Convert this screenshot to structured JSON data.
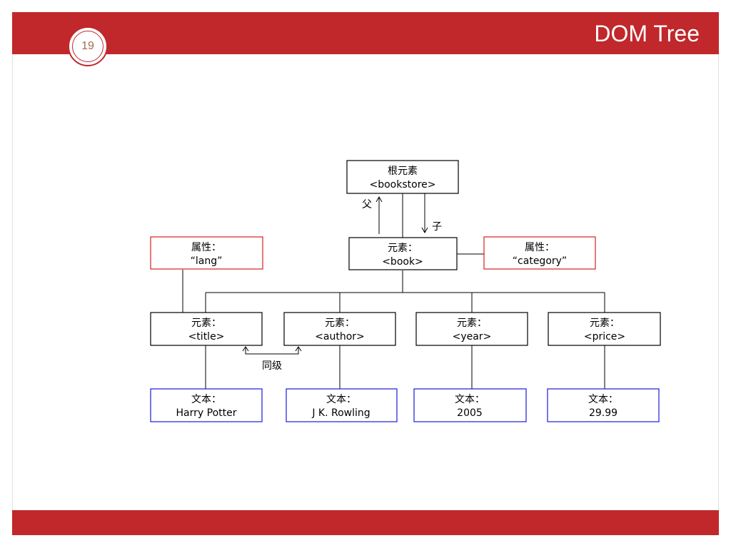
{
  "slide": {
    "number": "19",
    "title": "DOM Tree"
  },
  "diagram": {
    "root": {
      "line1": "根元素",
      "line2": "<bookstore>"
    },
    "parent_label": "父",
    "child_label": "子",
    "sibling_label": "同级",
    "book": {
      "line1": "元素：",
      "line2": "<book>"
    },
    "attr_lang": {
      "line1": "属性：",
      "line2": "“lang”"
    },
    "attr_category": {
      "line1": "属性：",
      "line2": "“category”"
    },
    "elements": [
      {
        "line1": "元素：",
        "line2": "<title>"
      },
      {
        "line1": "元素：",
        "line2": "<author>"
      },
      {
        "line1": "元素：",
        "line2": "<year>"
      },
      {
        "line1": "元素：",
        "line2": "<price>"
      }
    ],
    "texts": [
      {
        "line1": "文本：",
        "line2": "Harry Potter"
      },
      {
        "line1": "文本：",
        "line2": "J K. Rowling"
      },
      {
        "line1": "文本：",
        "line2": "2005"
      },
      {
        "line1": "文本：",
        "line2": "29.99"
      }
    ],
    "colors": {
      "element_border": "#000000",
      "attribute_border": "#d42020",
      "text_border": "#1a1adc"
    }
  }
}
